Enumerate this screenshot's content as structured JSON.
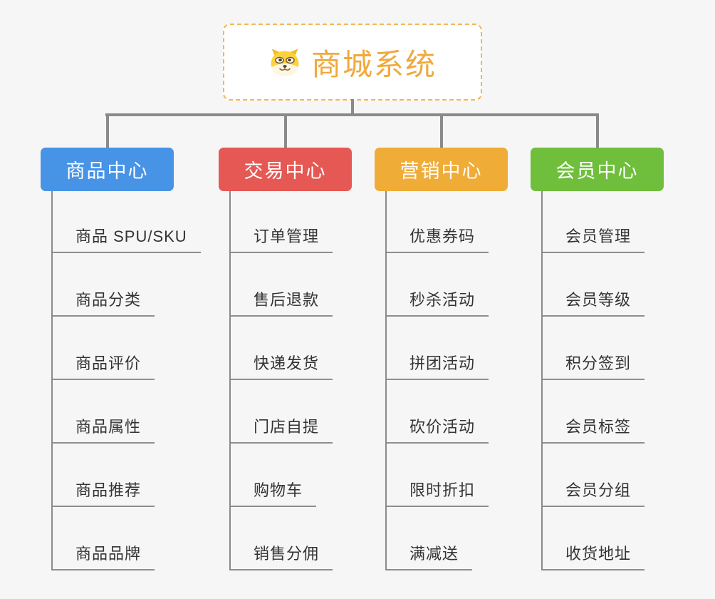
{
  "background_color": "#f6f6f7",
  "connector_color": "#8a8a8a",
  "root": {
    "title": "商城系统",
    "icon": "dog-face-icon",
    "title_color": "#f0a93c",
    "border_color": "#f5b74f"
  },
  "branches": [
    {
      "label": "商品中心",
      "color": "#4793e6",
      "children": [
        "商品 SPU/SKU",
        "商品分类",
        "商品评价",
        "商品属性",
        "商品推荐",
        "商品品牌"
      ]
    },
    {
      "label": "交易中心",
      "color": "#e55853",
      "children": [
        "订单管理",
        "售后退款",
        "快递发货",
        "门店自提",
        "购物车",
        "销售分佣"
      ]
    },
    {
      "label": "营销中心",
      "color": "#efac37",
      "children": [
        "优惠券码",
        "秒杀活动",
        "拼团活动",
        "砍价活动",
        "限时折扣",
        "满减送"
      ]
    },
    {
      "label": "会员中心",
      "color": "#6fbe3c",
      "children": [
        "会员管理",
        "会员等级",
        "积分签到",
        "会员标签",
        "会员分组",
        "收货地址"
      ]
    }
  ]
}
